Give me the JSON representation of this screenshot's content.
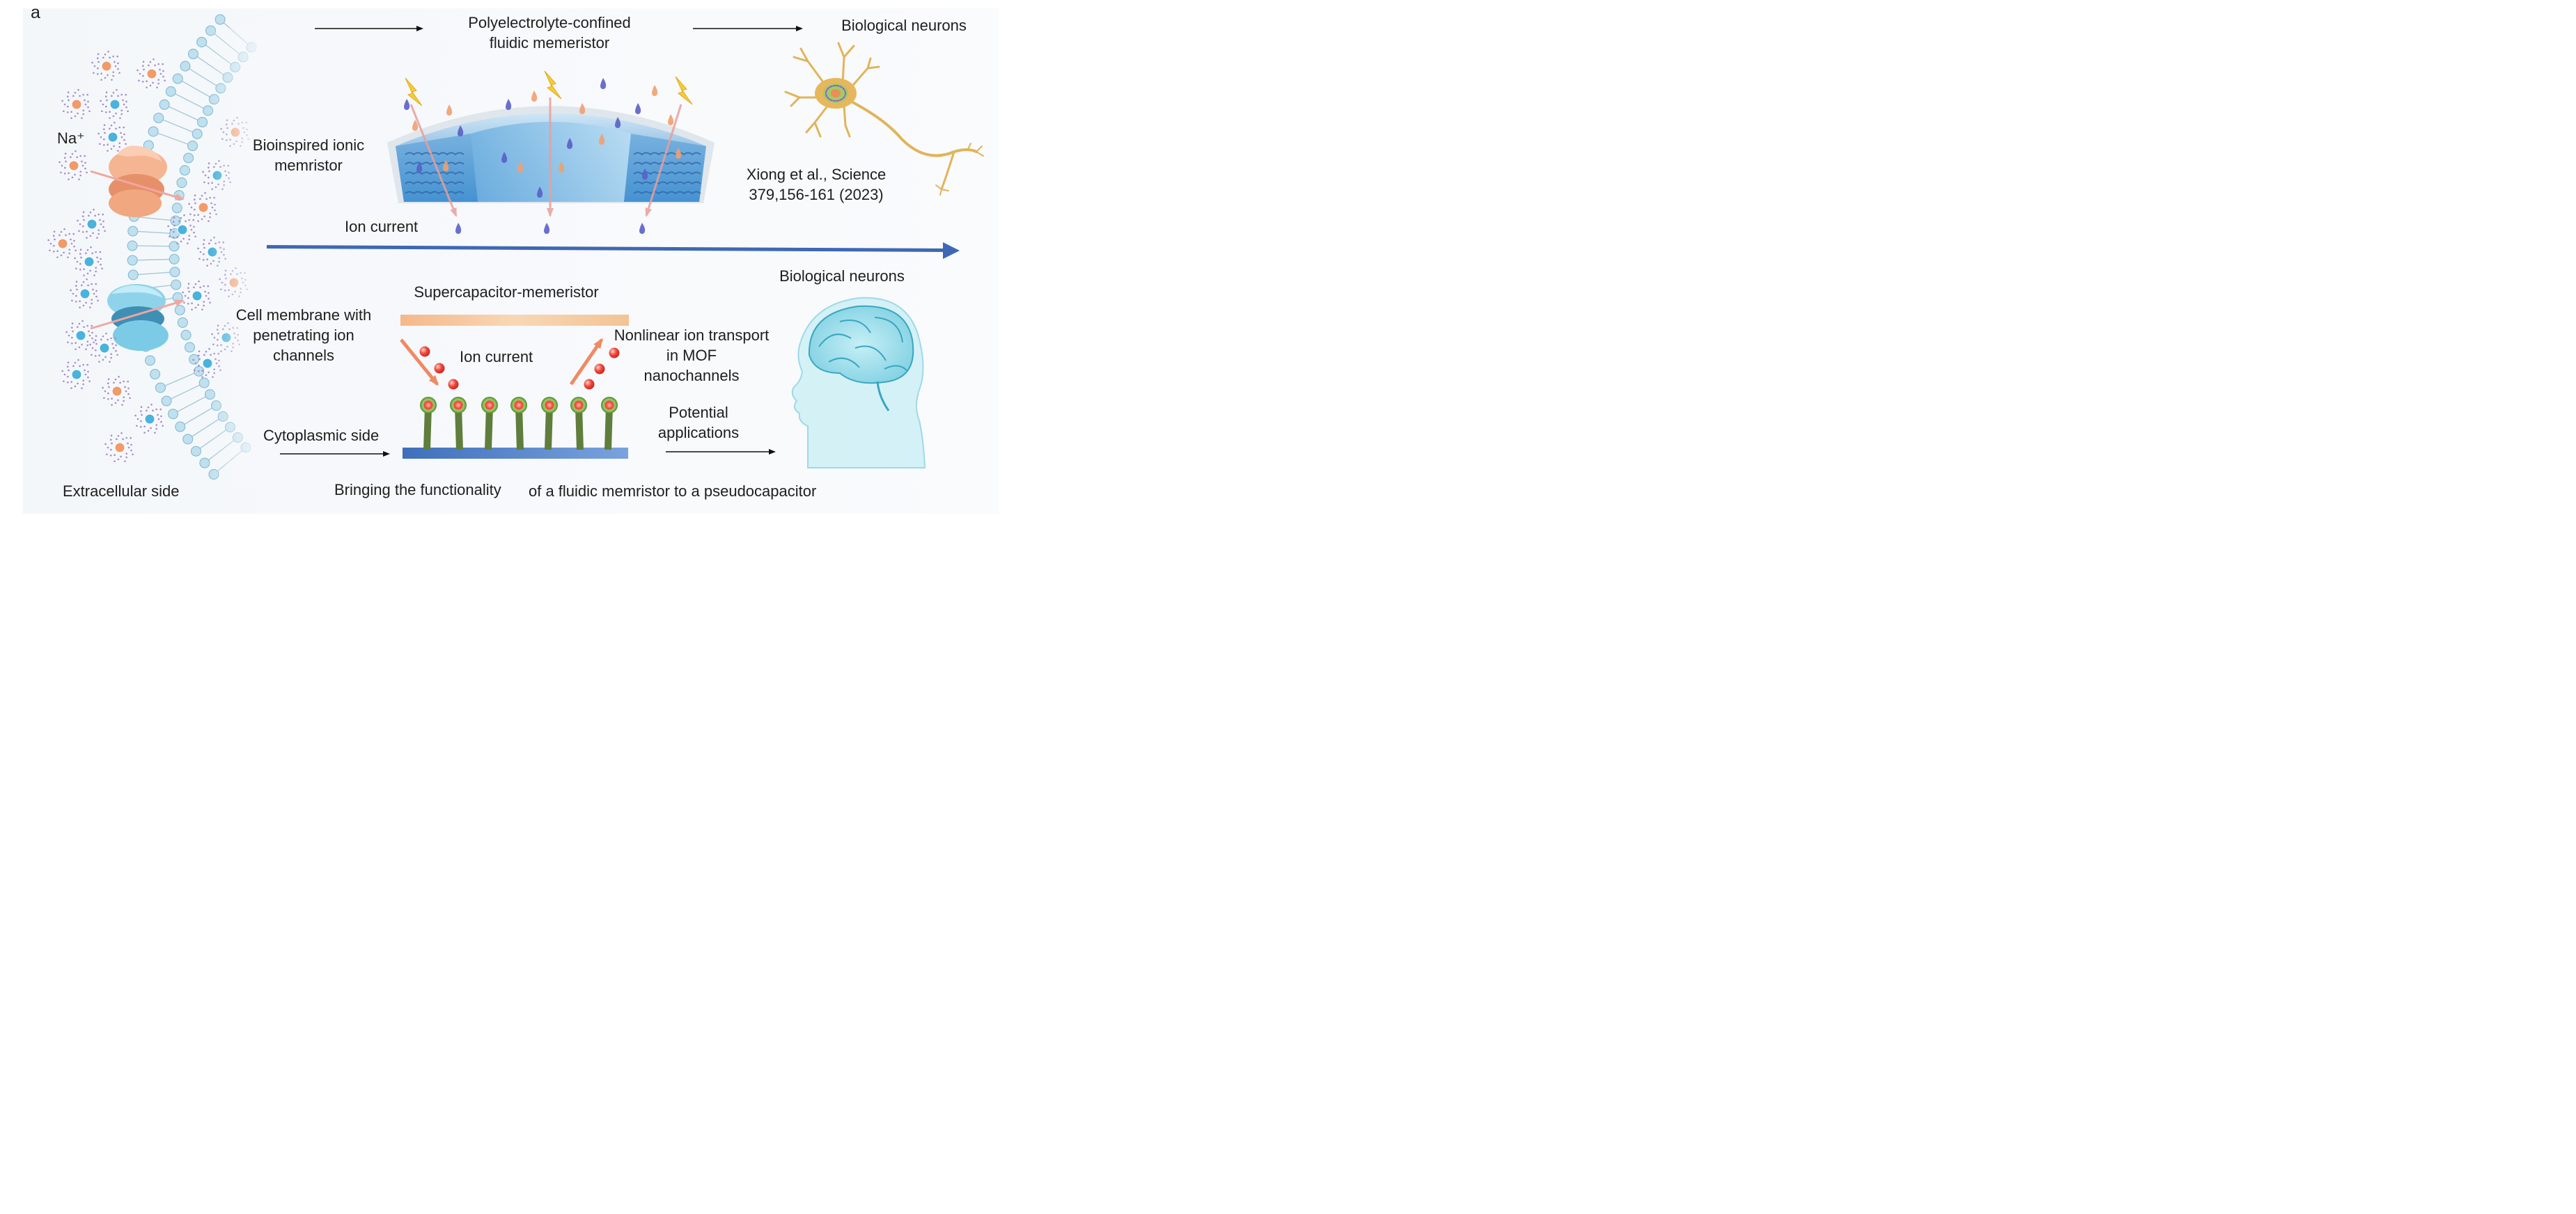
{
  "panel_label": "a",
  "top": {
    "title": "Polyelectrolyte-confined\nfluidic memeristor",
    "bio_neurons": "Biological neurons",
    "bioinspired": "Bioinspired ionic\nmemristor",
    "citation": "Xiong et al., Science\n379,156-161 (2023)",
    "ion_current": "Ion current"
  },
  "bottom": {
    "title": "Supercapacitor-memeristor",
    "bio_neurons": "Biological neurons",
    "cell_membrane": "Cell membrane with\npenetrating ion\nchannels",
    "ion_current": "Ion current",
    "nonlinear": "Nonlinear ion transport\nin MOF\nnanochannels",
    "cytoplasmic": "Cytoplasmic side",
    "potential": "Potential\napplications"
  },
  "na_label": "Na⁺",
  "extracellular": "Extracellular side",
  "footer": {
    "part1": "Bringing the functionality",
    "part2": "of a fluidic memristor to a pseudocapacitor"
  },
  "colors": {
    "membrane_blue": "#9cc9de",
    "channel_orange": "#f0a27c",
    "channel_blue": "#6ec3df",
    "arrow_blue": "#3e68b3",
    "ion_red": "#e8443a",
    "mof_green": "#5f7d3c",
    "neuron_gold": "#e1b45a"
  }
}
